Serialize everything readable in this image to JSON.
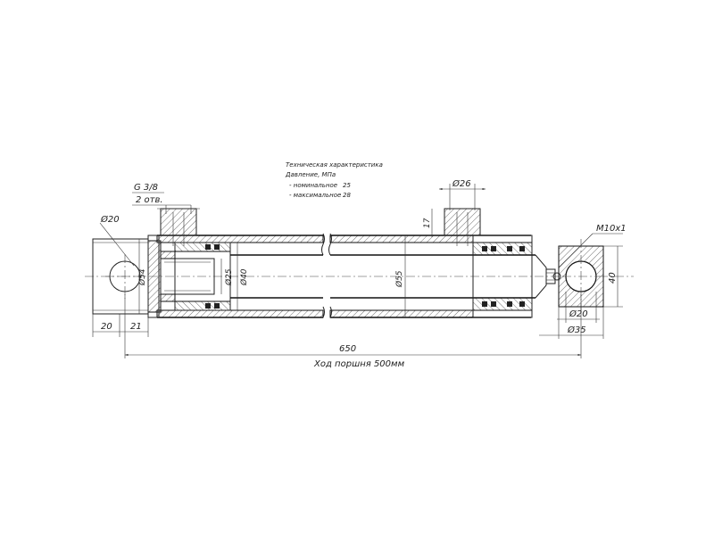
{
  "notes": {
    "title": "Техническая характеристика",
    "pressure_label": "Давление, МПа",
    "nominal_label": "- номинальное",
    "nominal_value": "25",
    "max_label": "- максимальное",
    "max_value": "28"
  },
  "dimensions": {
    "port_thread": "G 3/8",
    "port_count": "2 отв.",
    "port_dia": "Ø26",
    "port_height": "17",
    "eye_hole": "Ø20",
    "eye_dia": "Ø54",
    "eye_len_20": "20",
    "eye_len_21": "21",
    "piston_rod_inner": "Ø25",
    "piston_dia": "Ø40",
    "bore_dia": "Ø55",
    "rod_thread": "M10x1",
    "rod_eye_width": "40",
    "rod_eye_hole": "Ø20",
    "rod_dia": "Ø35",
    "total_length": "650",
    "stroke": "Ход поршня 500мм"
  }
}
